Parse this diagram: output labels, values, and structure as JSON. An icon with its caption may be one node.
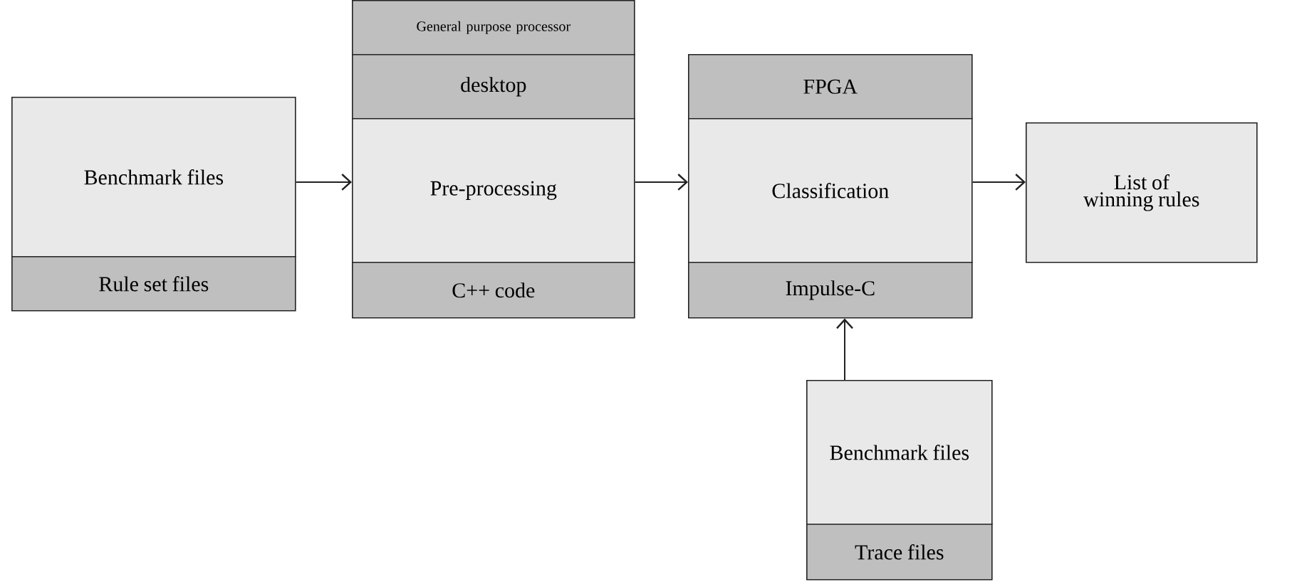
{
  "diagram": {
    "nodes": [
      {
        "text": [
          "Benchmark files"
        ]
      },
      {
        "text": [
          "Rule set files"
        ]
      },
      {
        "text": [
          "General purpose processor"
        ]
      },
      {
        "text": [
          "desktop"
        ]
      },
      {
        "text": [
          "Pre-processing"
        ]
      },
      {
        "text": [
          "C++ code"
        ]
      },
      {
        "text": [
          "FPGA"
        ]
      },
      {
        "text": [
          "Classification"
        ]
      },
      {
        "text": [
          "Impulse-C"
        ]
      },
      {
        "text": [
          "List of winning rules"
        ]
      },
      {
        "text": [
          "Benchmark files"
        ]
      },
      {
        "text": [
          "Trace files"
        ]
      }
    ],
    "edges": [
      {
        "from": 0,
        "to": 4,
        "arrow": "to"
      },
      {
        "from": 4,
        "to": 7,
        "arrow": "to"
      },
      {
        "from": 7,
        "to": 9,
        "arrow": "to"
      },
      {
        "from": 10,
        "to": 8,
        "arrow": "to"
      }
    ]
  }
}
